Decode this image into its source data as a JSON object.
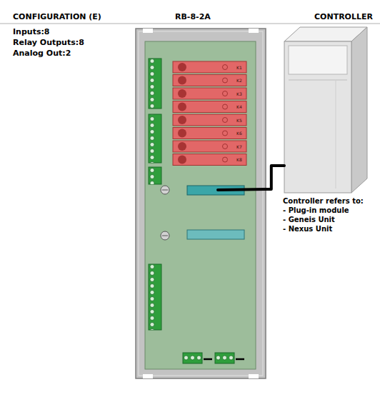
{
  "diagram": {
    "title": "CONFIGURATION (E)",
    "nodes": [
      {
        "text": [
          "RB-8-2A"
        ]
      },
      {
        "text": [
          "CONTROLLER"
        ]
      }
    ],
    "edges": [
      {
        "from": 1,
        "to": 0,
        "arrow": "none"
      }
    ],
    "labels": [
      "Inputs:8",
      "Relay Outputs:8",
      "Analog Out:2",
      "K1",
      "K2",
      "K3",
      "K4",
      "K5",
      "K6",
      "K7",
      "K8",
      "Controller refers to:",
      "- Plug-in module",
      "- Geneis Unit",
      "- Nexus Unit"
    ]
  }
}
